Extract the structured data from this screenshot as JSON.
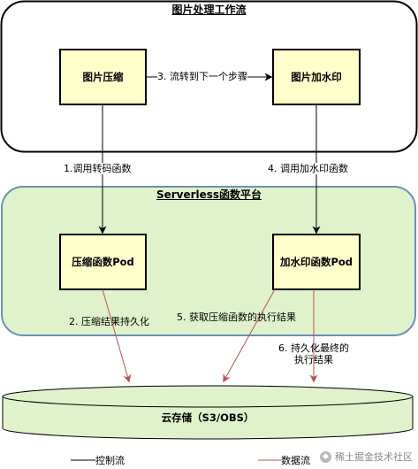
{
  "groups": {
    "image_flow": {
      "title": "图片处理工作流"
    },
    "serverless": {
      "title": "Serverless函数平台"
    }
  },
  "nodes": {
    "compress": "图片压缩",
    "watermark": "图片加水印",
    "compress_pod": "压缩函数Pod",
    "watermark_pod": "加水印函数Pod",
    "storage": "云存储（S3/OBS）"
  },
  "edges": {
    "e1": "1.调用转码函数",
    "e2": "2. 压缩结果持久化",
    "e3": "3. 流转到下一个步骤",
    "e4": "4. 调用加水印函数",
    "e5": "5. 获取压缩函数的执行结果",
    "e6_line1": "6. 持久化最终的",
    "e6_line2": "执行结果"
  },
  "legend": {
    "control": "控制流",
    "data": "数据流"
  },
  "watermark": {
    "icon": "juejin-logo-icon",
    "text": "稀土掘金技术社区"
  },
  "colors": {
    "node_fill": "#ffffcc",
    "serverless_fill": "#e0f2cc",
    "serverless_stroke": "#6d8fb3",
    "storage_fill": "#e0f2cc",
    "data_flow": "#b85450",
    "control_flow": "#000000"
  }
}
